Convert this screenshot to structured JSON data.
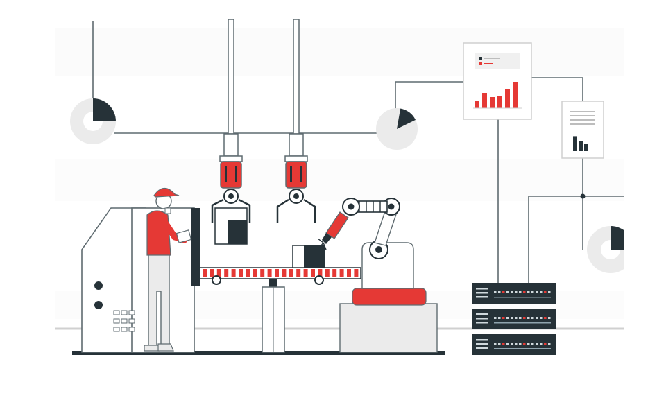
{
  "illustration": {
    "subject": "",
    "colors": {
      "accent": "#e53935",
      "dark": "#263238",
      "light_gray": "#ebebeb",
      "mid_gray": "#d9d9d9",
      "line": "#5f6b70",
      "bg": "#ffffff"
    }
  },
  "report_doc": {
    "bar_values": [
      0.25,
      0.55,
      0.4,
      0.45,
      0.7,
      0.95
    ],
    "legend_colors": [
      "#263238",
      "#e53935"
    ]
  },
  "mini_doc": {
    "bar_values": [
      0.9,
      0.6,
      0.45
    ]
  },
  "pie_left": {
    "fraction": 0.25
  },
  "pie_mid": {
    "fraction": 0.15
  },
  "pie_right": {
    "fraction": 0.25
  },
  "server_units": 3,
  "icons": [
    "worker-icon",
    "robot-arm-icon",
    "gripper-icon",
    "conveyor-icon",
    "server-rack-icon",
    "pie-chart-icon",
    "report-icon"
  ]
}
